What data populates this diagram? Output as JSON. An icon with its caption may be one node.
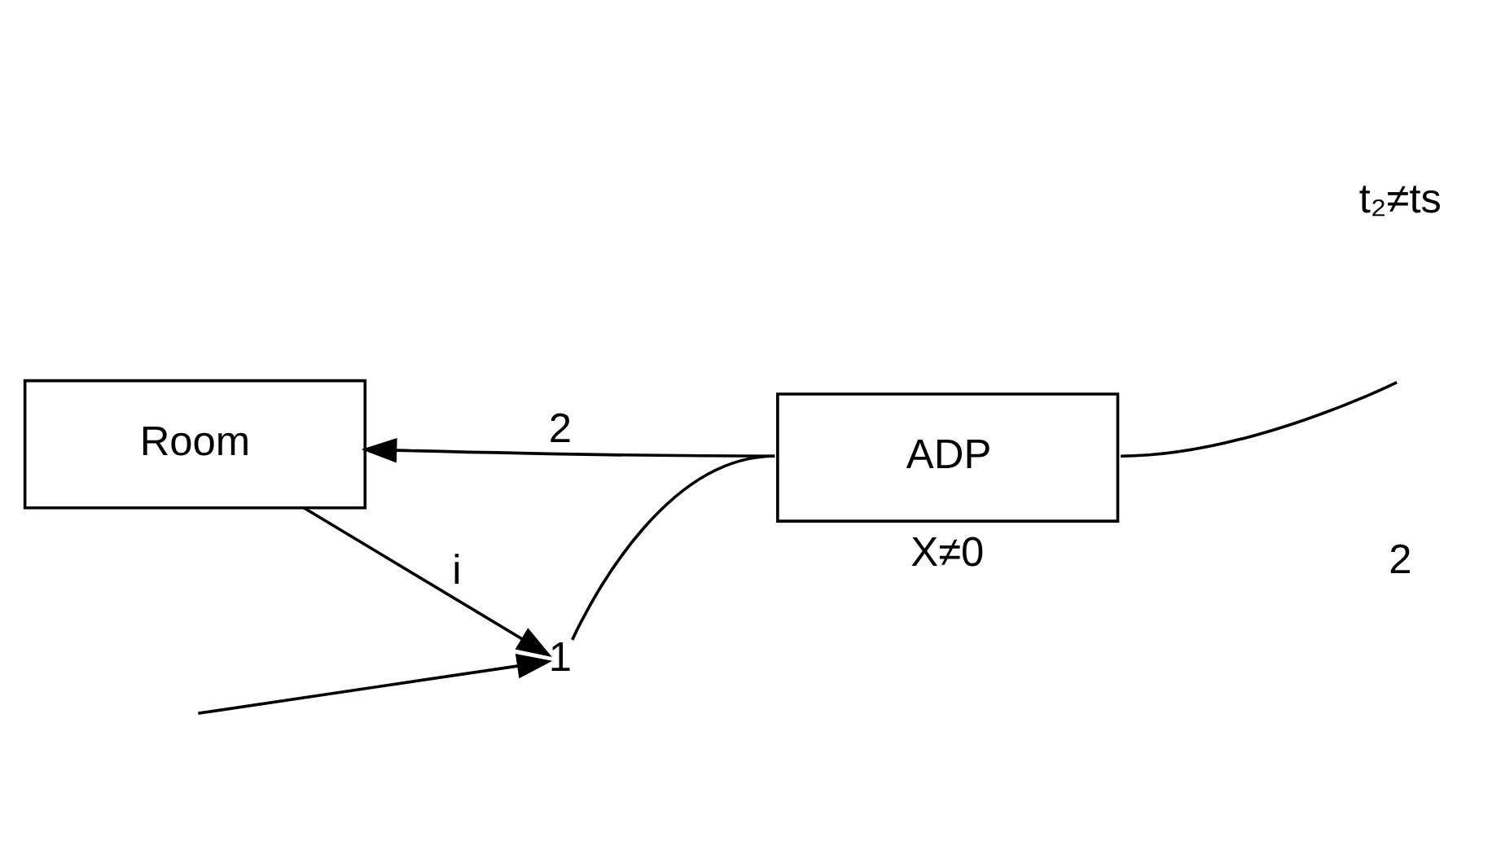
{
  "diagram": {
    "nodes": [
      {
        "text": [
          "Room"
        ]
      },
      {
        "text": [
          "ADP"
        ],
        "beside": [
          "X≠0"
        ]
      },
      {
        "text": [
          "1"
        ]
      }
    ],
    "edges": [
      {
        "from": null,
        "to": 2,
        "arrow": "to"
      },
      {
        "from": 2,
        "to": 1,
        "arrow": "none"
      },
      {
        "from": 1,
        "to": 0,
        "arrow": "to",
        "label": "2"
      },
      {
        "from": 0,
        "to": 2,
        "arrow": "to",
        "label": "i"
      },
      {
        "from": 1,
        "to": null,
        "arrow": "none"
      }
    ],
    "labels": [
      "2",
      "t₂≠ts"
    ]
  }
}
